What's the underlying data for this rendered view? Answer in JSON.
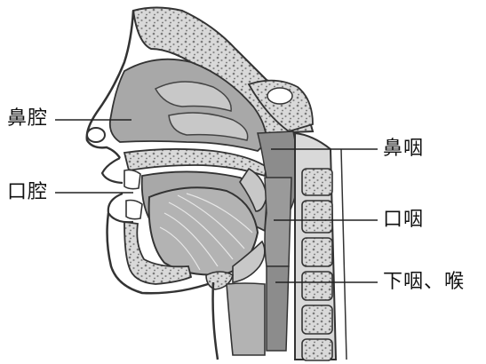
{
  "labels": {
    "nasal_cavity": "鼻腔",
    "oral_cavity": "口腔",
    "nasopharynx": "鼻咽",
    "oropharynx": "口咽",
    "laryngopharynx": "下咽、喉"
  },
  "colors": {
    "bone_fill": "#d9d9d9",
    "bone_dots": "#7a7a7a",
    "soft_tissue": "#a8a8a8",
    "dark_tissue": "#8c8c8c",
    "light_tissue": "#c8c8c8",
    "outline": "#333333",
    "leader_line": "#222222"
  }
}
